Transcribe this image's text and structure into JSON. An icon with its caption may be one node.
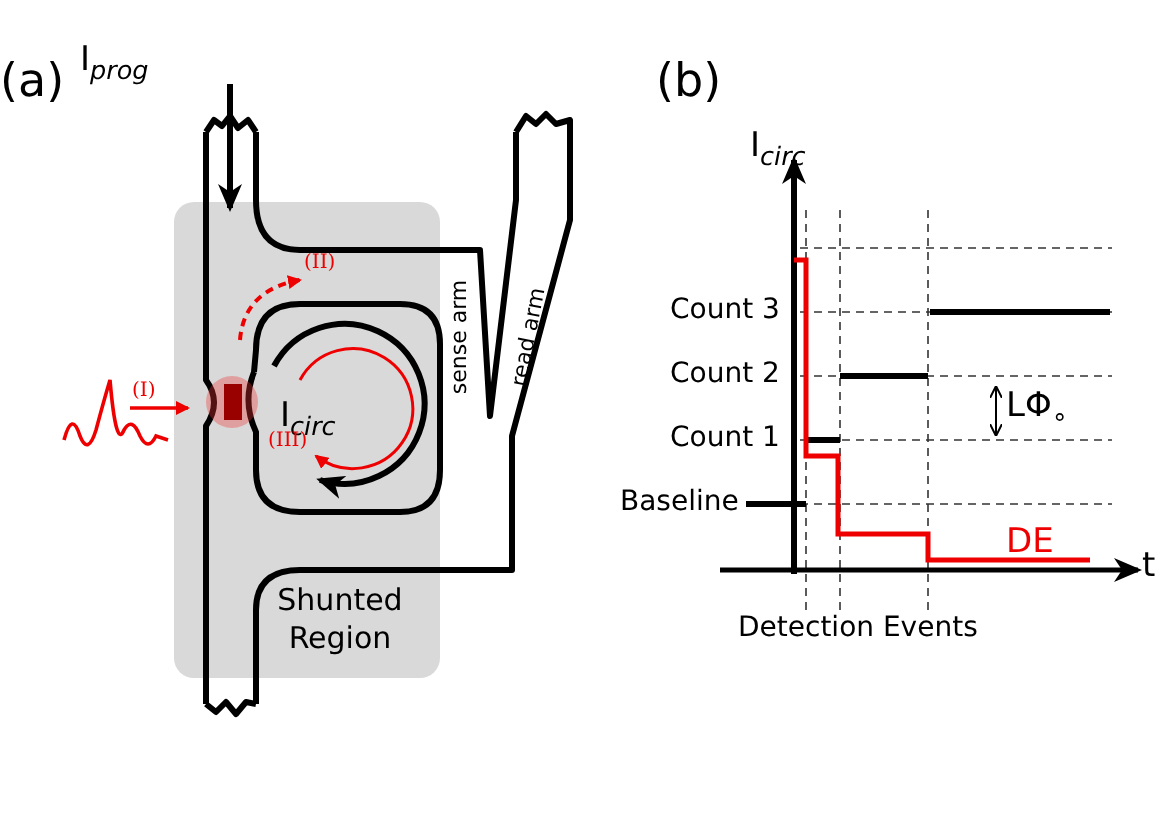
{
  "diagram": {
    "nodes": [
      {
        "text": [
          "Shunted Region"
        ]
      }
    ],
    "edges": [],
    "labels": [
      "(a)",
      "I$_{prog}$",
      "(II)",
      "(I)",
      "I$_{circ}$",
      "(III)",
      "sense arm",
      "read arm",
      "(b)",
      "I$_{circ}$",
      "Count 3",
      "Count 2",
      "Count 1",
      "Baseline",
      "LΦ$_{∘}$",
      "DE",
      "t",
      "Detection Events"
    ]
  }
}
